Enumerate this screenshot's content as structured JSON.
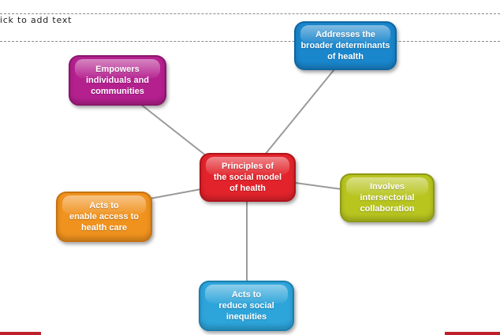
{
  "slide": {
    "title_placeholder": "lick to add text"
  },
  "diagram": {
    "center": "Principles of\nthe social model\nof health",
    "nodes": {
      "empowers": "Empowers\nindividuals and\ncommunities",
      "addresses": "Addresses the\nbroader determinants\nof health",
      "intersectoral": "Involves\nintersectorial\ncollaboration",
      "access": "Acts to\nenable access to\nhealth care",
      "inequities": "Acts to\nreduce social\ninequities"
    }
  },
  "colors": {
    "center": "#e2232b",
    "empowers": "#b5208f",
    "addresses": "#1a86cc",
    "intersectoral": "#b8c51f",
    "access": "#f0921e",
    "inequities": "#2da4da",
    "accent": "#c0202b"
  }
}
